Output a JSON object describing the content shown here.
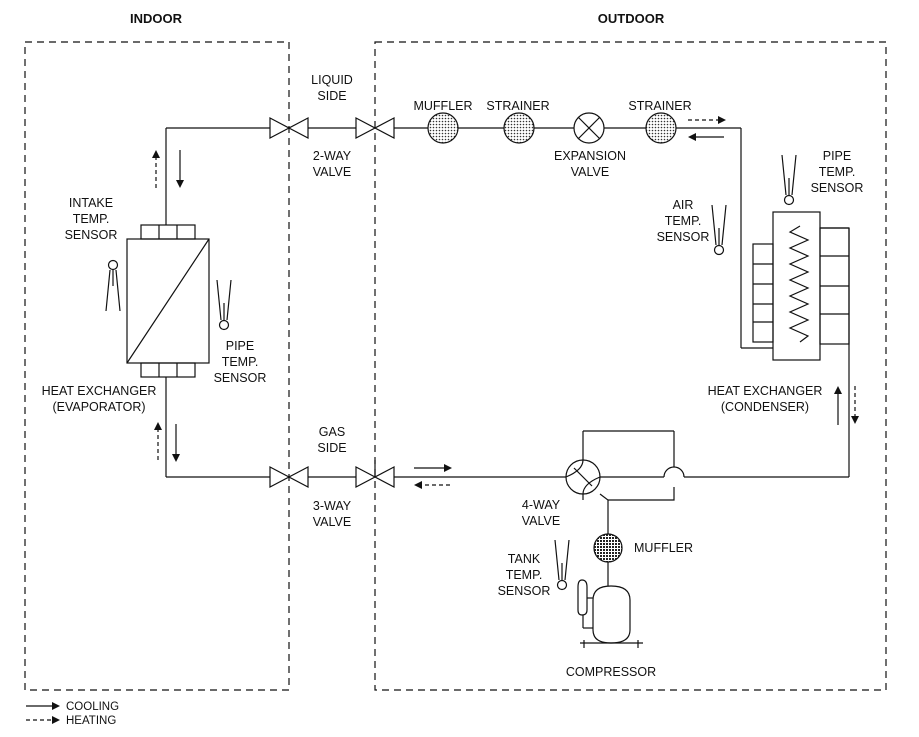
{
  "headers": {
    "indoor": "INDOOR",
    "outdoor": "OUTDOOR"
  },
  "labels": {
    "liquid_side_1": "LIQUID",
    "liquid_side_2": "SIDE",
    "two_way_1": "2-WAY",
    "two_way_2": "VALVE",
    "gas_side_1": "GAS",
    "gas_side_2": "SIDE",
    "three_way_1": "3-WAY",
    "three_way_2": "VALVE",
    "muffler_top": "MUFFLER",
    "strainer_1": "STRAINER",
    "strainer_2": "STRAINER",
    "expansion_1": "EXPANSION",
    "expansion_2": "VALVE",
    "intake_1": "INTAKE",
    "intake_2": "TEMP.",
    "intake_3": "SENSOR",
    "indoor_pipe_1": "PIPE",
    "indoor_pipe_2": "TEMP.",
    "indoor_pipe_3": "SENSOR",
    "evap_1": "HEAT EXCHANGER",
    "evap_2": "(EVAPORATOR)",
    "air_1": "AIR",
    "air_2": "TEMP.",
    "air_3": "SENSOR",
    "outdoor_pipe_1": "PIPE",
    "outdoor_pipe_2": "TEMP.",
    "outdoor_pipe_3": "SENSOR",
    "cond_1": "HEAT EXCHANGER",
    "cond_2": "(CONDENSER)",
    "four_way_1": "4-WAY",
    "four_way_2": "VALVE",
    "muffler_bottom": "MUFFLER",
    "tank_1": "TANK",
    "tank_2": "TEMP.",
    "tank_3": "SENSOR",
    "compressor": "COMPRESSOR"
  },
  "legend": {
    "cooling": "COOLING",
    "heating": "HEATING"
  }
}
